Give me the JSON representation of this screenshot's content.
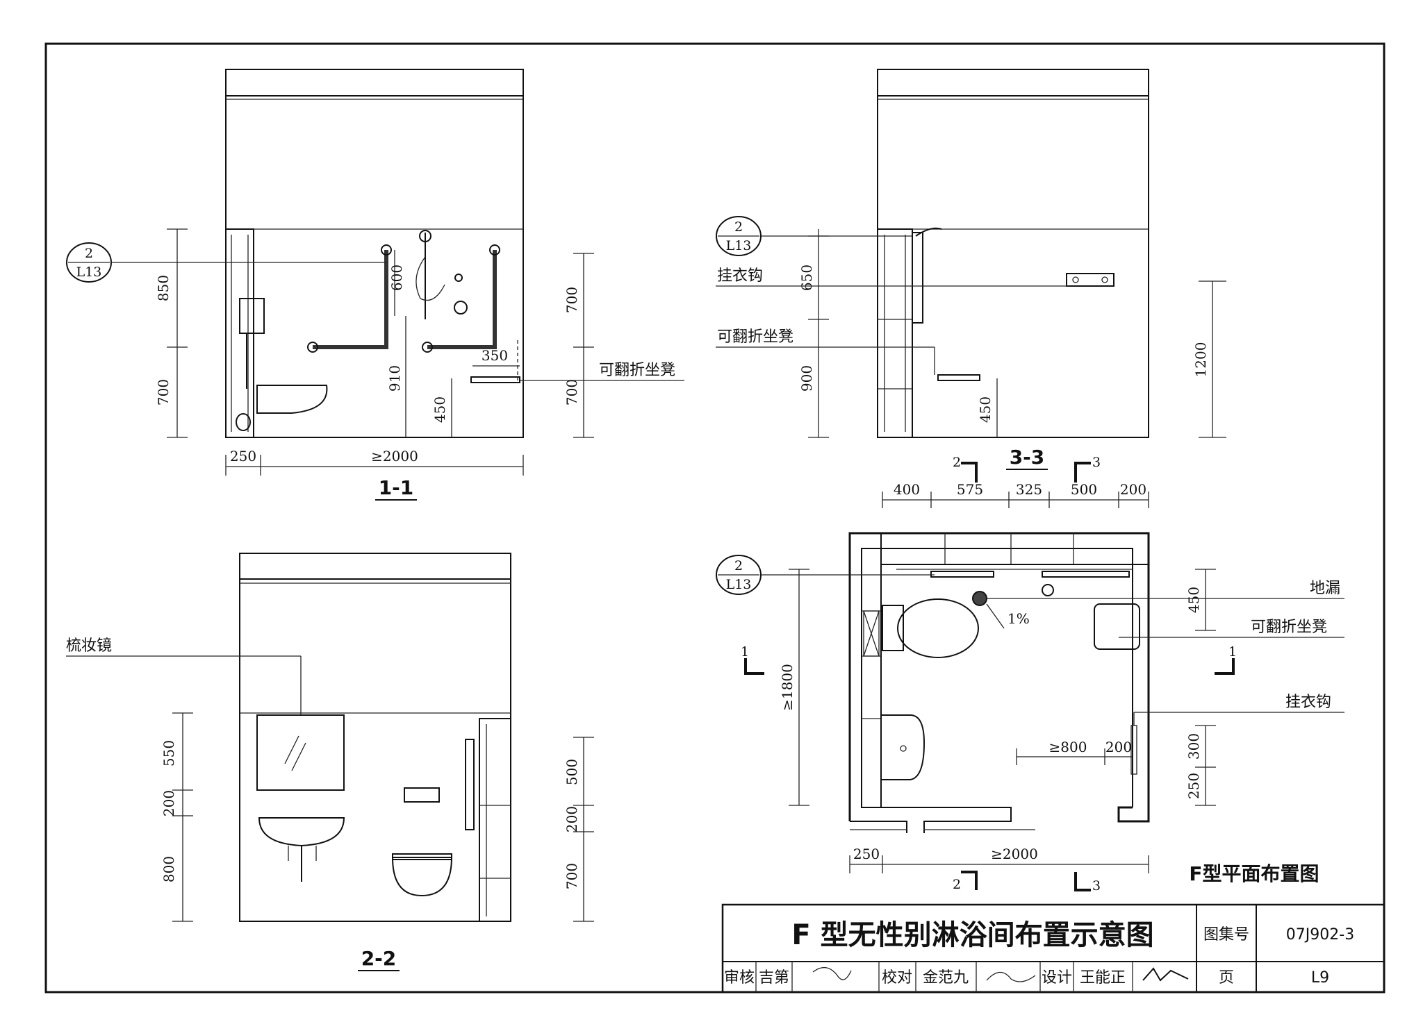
{
  "title": "F 型无性别淋浴间布置示意图",
  "atlas_label": "图集号",
  "atlas_no": "07J902-3",
  "page_label": "页",
  "page_no": "L9",
  "signoff": {
    "review_label": "审核",
    "review_name": "吉第",
    "check_label": "校对",
    "check_name": "金范九",
    "design_label": "设计",
    "design_name": "王能正"
  },
  "section_11": {
    "caption": "1-1",
    "ref_top": "2",
    "ref_bottom": "L13",
    "dims_left": [
      "850",
      "700"
    ],
    "dim_grab": "600",
    "dim_910": "910",
    "dim_450": "450",
    "dim_350": "350",
    "dims_right": [
      "700",
      "700"
    ],
    "dim_bottom_a": "250",
    "dim_bottom_b": "≥2000",
    "seat_label": "可翻折坐凳"
  },
  "section_33": {
    "caption": "3-3",
    "ref_top": "2",
    "ref_bottom": "L13",
    "hook_label": "挂衣钩",
    "seat_label": "可翻折坐凳",
    "dims_left": [
      "650",
      "900"
    ],
    "dim_450": "450",
    "dim_right": "1200"
  },
  "section_22": {
    "caption": "2-2",
    "mirror_label": "梳妆镜",
    "dims_left": [
      "550",
      "200",
      "800"
    ],
    "dims_right": [
      "500",
      "200",
      "700"
    ]
  },
  "plan": {
    "caption": "F型平面布置图",
    "ref_top": "2",
    "ref_bottom": "L13",
    "dims_top": [
      "400",
      "575",
      "325",
      "500",
      "200"
    ],
    "dim_depth": "≥1800",
    "dim_450": "450",
    "dim_300": "300",
    "dim_250r": "250",
    "dim_800": "≥800",
    "dim_200": "200",
    "dim_bottom_a": "250",
    "dim_bottom_b": "≥2000",
    "slope": "1%",
    "drain_label": "地漏",
    "seat_label": "可翻折坐凳",
    "hook_label": "挂衣钩",
    "cut_1": "1",
    "cut_2": "2",
    "cut_3": "3"
  }
}
